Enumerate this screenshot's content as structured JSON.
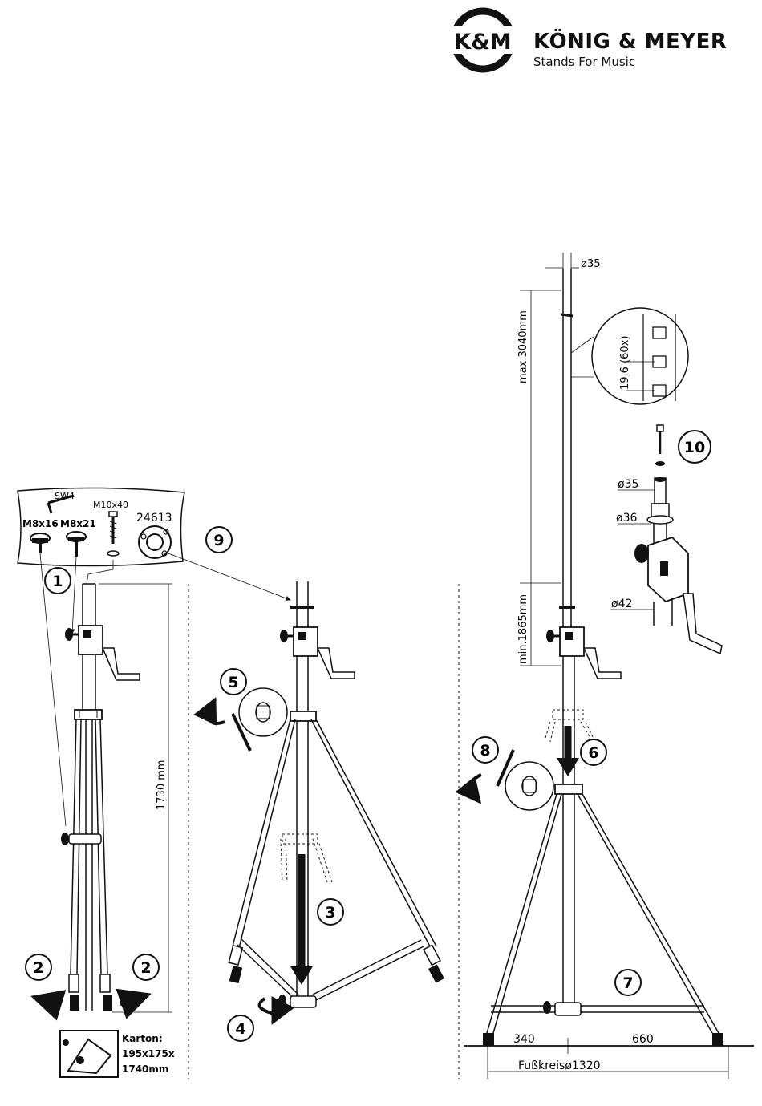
{
  "brand": {
    "logo_text": "K&M",
    "name": "KÖNIG & MEYER",
    "tagline": "Stands For Music"
  },
  "parts": {
    "wrench": "SW4",
    "screw_long": "M10x40",
    "knob_a": "M8x16",
    "knob_b": "M8x21",
    "ring_part": "24613"
  },
  "steps": [
    "1",
    "2",
    "2",
    "3",
    "4",
    "5",
    "6",
    "7",
    "8",
    "9",
    "10"
  ],
  "dimensions": {
    "height_folded": "1730  mm",
    "max_height": "max.3040mm",
    "min_height": "min.1865mm",
    "tube_diameter": "ø35",
    "hole_spacing": "19,6 (60x)",
    "d35": "ø35",
    "d36": "ø36",
    "d42": "ø42",
    "base_left": "340",
    "base_right": "660",
    "foot_circle": "Fußkreisø1320"
  },
  "carton": {
    "label": "Karton:",
    "size_1": "195x175x",
    "size_2": "1740mm"
  },
  "colors": {
    "ink": "#111111",
    "paper": "#ffffff"
  }
}
